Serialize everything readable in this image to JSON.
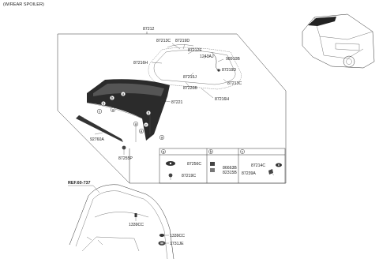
{
  "header": {
    "title": "(W/REAR SPOILER)"
  },
  "parts": {
    "p87212": "87212",
    "p87213C_a": "87213C",
    "p87219D": "87219D",
    "p87212E": "87212E",
    "p1243AJ": "1243AJ",
    "p98910B": "98910B",
    "p87216H_a": "87216H",
    "p87219D_b": "87219D",
    "p87215J": "87215J",
    "p87220B": "87220B",
    "p87213C_b": "87213C",
    "p87221": "87221",
    "p87216H_b": "87216H",
    "p92760A": "92760A",
    "p87255P": "87255P",
    "p87256C": "87256C",
    "p87219C": "87219C",
    "p86663B": "86663B",
    "p82315B": "82315B",
    "p87214C": "87214C",
    "p87239A": "87239A",
    "ref": "REF.60-737",
    "p1339CC_a": "1339CC",
    "p1339CC_b": "1339CC",
    "p1731JE": "1731JE"
  },
  "callouts": {
    "a": "a",
    "b": "b",
    "c": "c"
  },
  "legend": {
    "a": "a",
    "b": "b",
    "c": "c"
  },
  "icons": [
    "vehicle-icon",
    "spoiler-icon",
    "clip-icon",
    "grommet-icon",
    "bolt-icon",
    "tailgate-icon"
  ]
}
